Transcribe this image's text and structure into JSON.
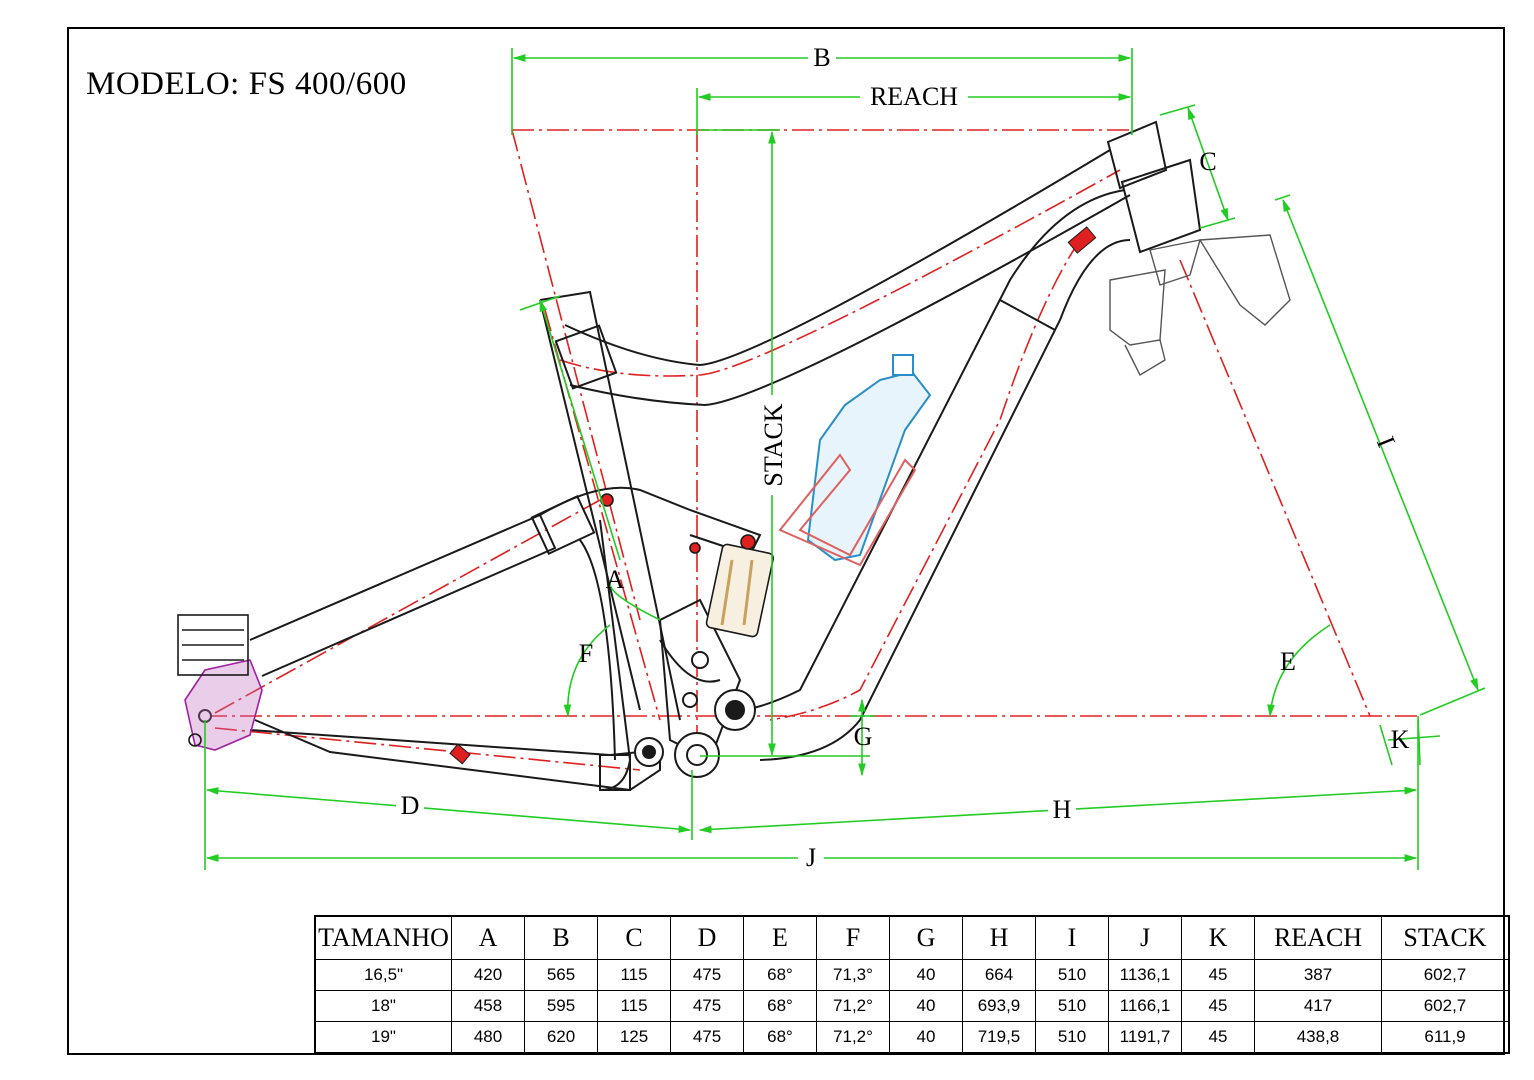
{
  "title": "MODELO: FS 400/600",
  "colors": {
    "dimension": "#22cc22",
    "centerline": "#e02020",
    "frame": "#1a1a1a",
    "bottle": "#2a8fc8",
    "cage": "#e06060",
    "pivot": "#a020a0"
  },
  "dimension_labels": {
    "a": "A",
    "b": "B",
    "c": "C",
    "d": "D",
    "e": "E",
    "f": "F",
    "g": "G",
    "h": "H",
    "i": "I",
    "j": "J",
    "k": "K",
    "reach": "REACH",
    "stack": "STACK"
  },
  "table": {
    "headers": [
      "TAMANHO",
      "A",
      "B",
      "C",
      "D",
      "E",
      "F",
      "G",
      "H",
      "I",
      "J",
      "K",
      "REACH",
      "STACK"
    ],
    "rows": [
      [
        "16,5\"",
        "420",
        "565",
        "115",
        "475",
        "68°",
        "71,3°",
        "40",
        "664",
        "510",
        "1136,1",
        "45",
        "387",
        "602,7"
      ],
      [
        "18\"",
        "458",
        "595",
        "115",
        "475",
        "68°",
        "71,2°",
        "40",
        "693,9",
        "510",
        "1166,1",
        "45",
        "417",
        "602,7"
      ],
      [
        "19\"",
        "480",
        "620",
        "125",
        "475",
        "68°",
        "71,2°",
        "40",
        "719,5",
        "510",
        "1191,7",
        "45",
        "438,8",
        "611,9"
      ]
    ]
  }
}
